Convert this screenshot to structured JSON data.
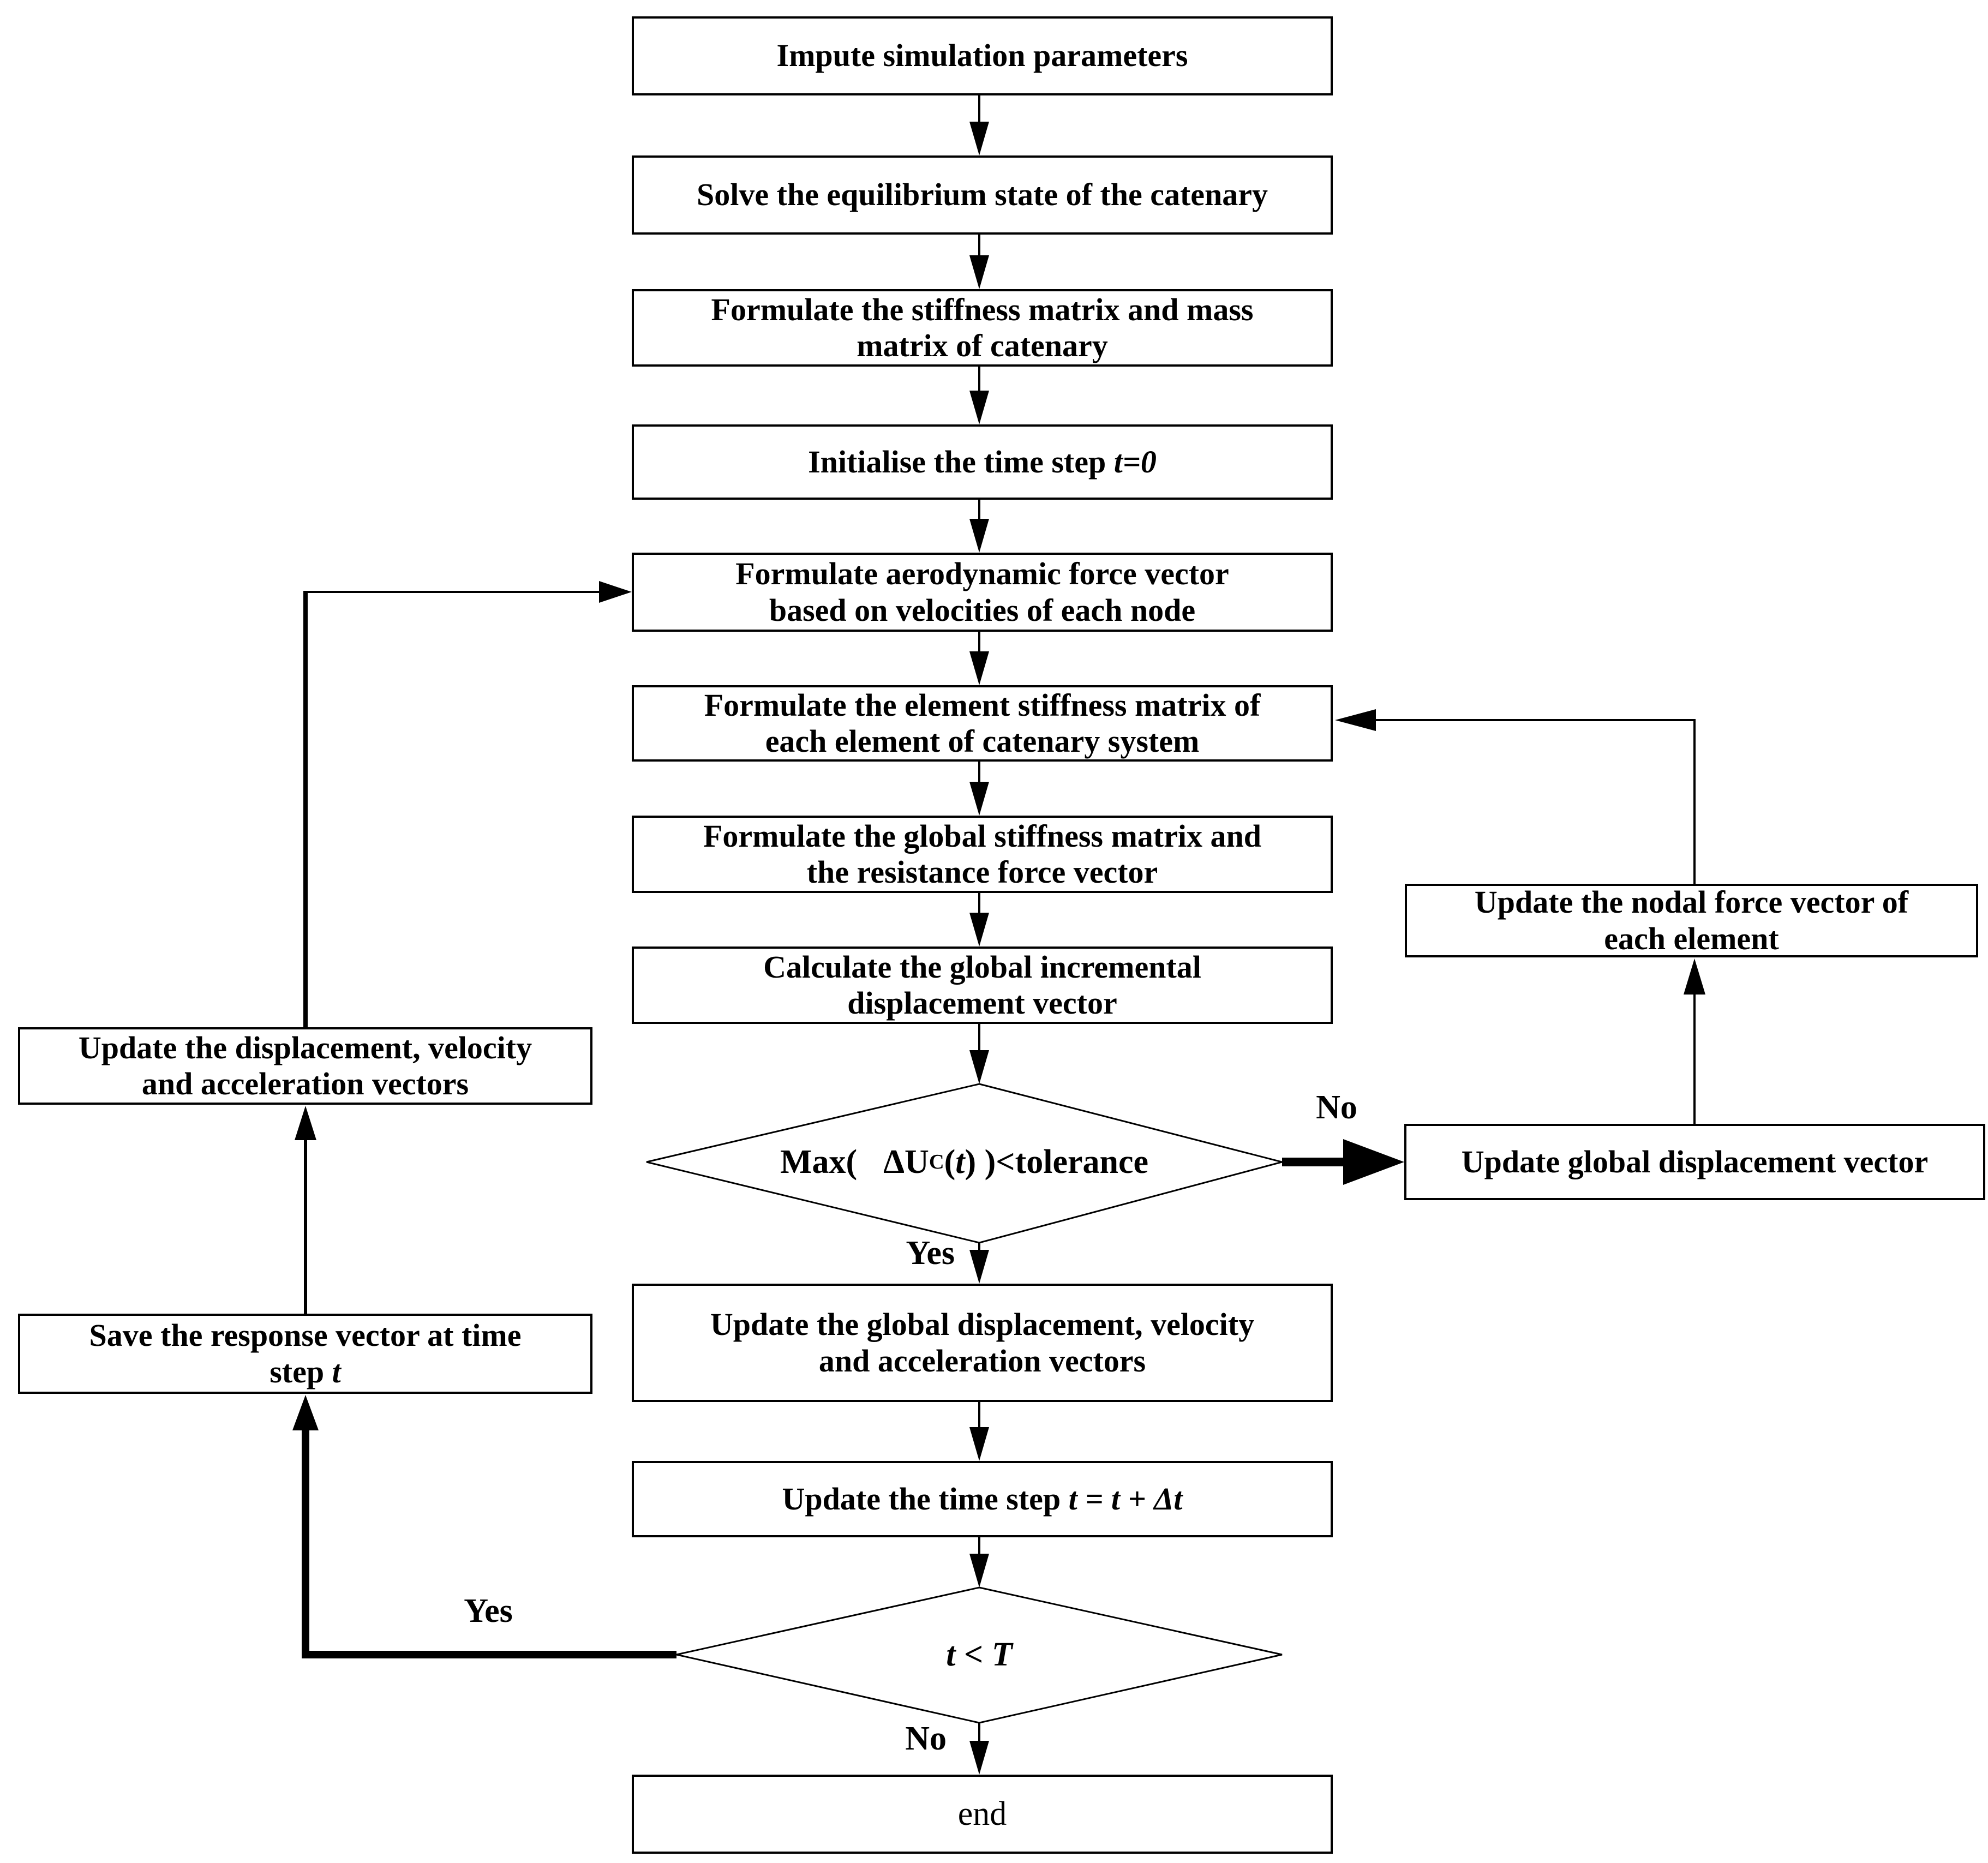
{
  "flowchart": {
    "nodes": {
      "input_params": {
        "line1": "Impute simulation parameters"
      },
      "solve_equilibrium": {
        "line1": "Solve the equilibrium state of the catenary"
      },
      "stiffness_mass": {
        "line1": "Formulate the stiffness matrix and mass",
        "line2": "matrix of catenary"
      },
      "init_time_step": {
        "prefix": "Initialise the time step ",
        "math": "t=0"
      },
      "aero_force": {
        "line1": "Formulate aerodynamic force vector",
        "line2": "based on velocities of each node"
      },
      "element_stiffness": {
        "line1": "Formulate the element stiffness matrix of",
        "line2": "each element of catenary system"
      },
      "global_stiffness": {
        "line1": "Formulate the global stiffness matrix and",
        "line2": "the resistance force vector"
      },
      "incremental_displacement": {
        "line1": "Calculate the global incremental",
        "line2": "displacement vector"
      },
      "tolerance_check": {
        "seg_max": "Max(",
        "seg_vector": "ΔU",
        "seg_sub": "C",
        "seg_open": "(",
        "seg_t": "t",
        "seg_close": ") )<tolerance"
      },
      "update_global_dva": {
        "line1": "Update the global displacement, velocity",
        "line2": "and acceleration vectors"
      },
      "update_time_step": {
        "prefix": "Update the time step ",
        "math": "t = t + Δt"
      },
      "time_check": {
        "expr": "t < T"
      },
      "end_node": {
        "line1": "end"
      },
      "update_dva": {
        "line1": "Update the displacement, velocity",
        "line2": "and acceleration vectors"
      },
      "save_response": {
        "line1": "Save the response vector at time",
        "line2_prefix": "step ",
        "line2_math": "t"
      },
      "update_nodal_force": {
        "line1": "Update the nodal force vector of",
        "line2": "each element"
      },
      "update_global_displacement": {
        "line1": "Update global displacement vector"
      }
    },
    "edge_labels": {
      "tolerance_no": "No",
      "tolerance_yes": "Yes",
      "time_yes": "Yes",
      "time_no": "No"
    }
  }
}
